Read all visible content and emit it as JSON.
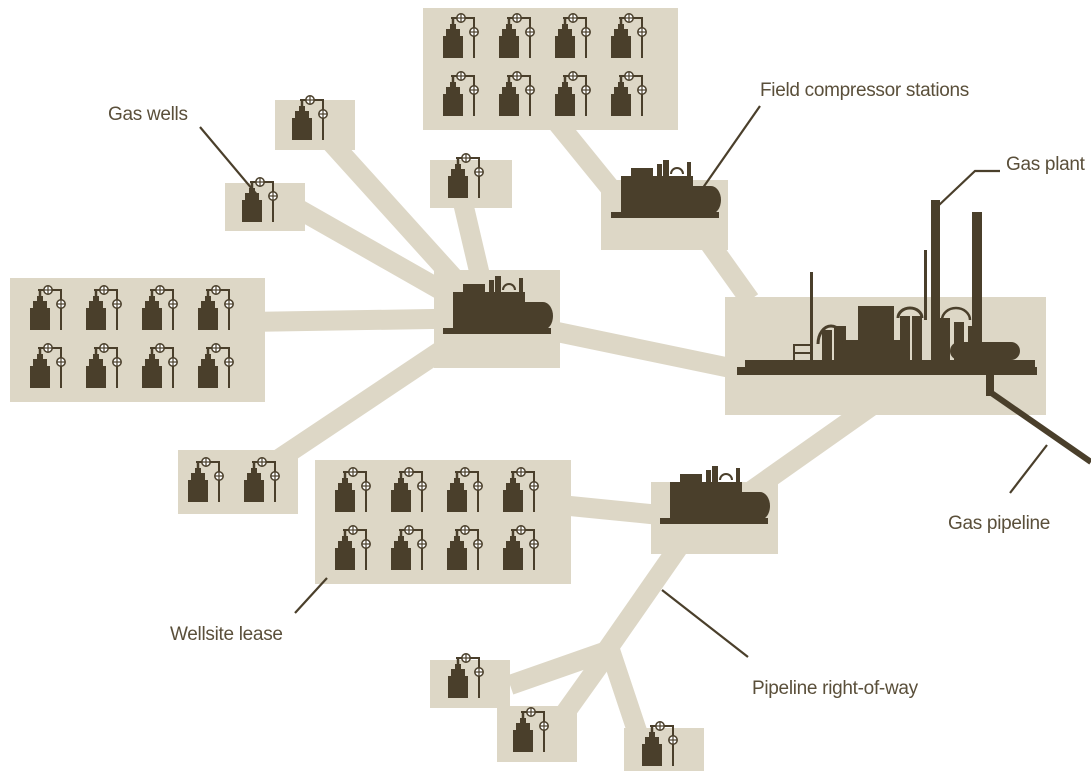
{
  "labels": {
    "gas_wells": "Gas wells",
    "field_compressor_stations": "Field compressor stations",
    "gas_plant": "Gas plant",
    "gas_pipeline": "Gas pipeline",
    "wellsite_lease": "Wellsite lease",
    "pipeline_right_of_way": "Pipeline right-of-way"
  },
  "colors": {
    "lease_fill": "#ddd7c6",
    "equipment": "#4a3f2b",
    "leader_line": "#4a3f2b",
    "label_text": "#5a4f3a"
  },
  "icons": {
    "well": "gas-well-icon",
    "compressor": "compressor-station-icon",
    "plant": "gas-plant-icon"
  }
}
